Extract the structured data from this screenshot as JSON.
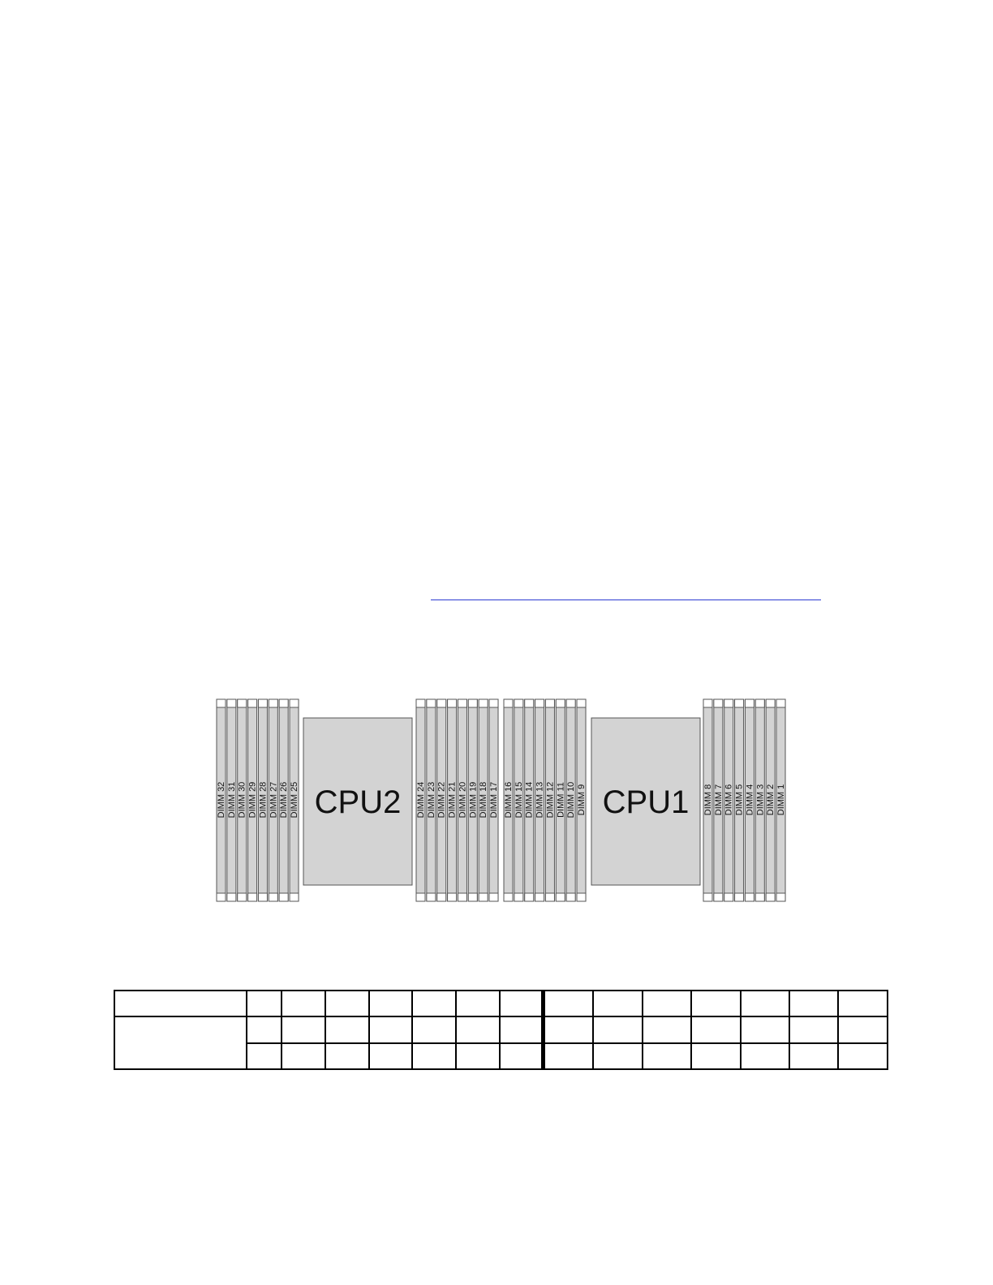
{
  "diagram": {
    "cpus": [
      {
        "label": "CPU2"
      },
      {
        "label": "CPU1"
      }
    ],
    "dimm_groups": [
      [
        "DIMM 32",
        "DIMM 31",
        "DIMM 30",
        "DIMM 29",
        "DIMM 28",
        "DIMM 27",
        "DIMM 26",
        "DIMM 25"
      ],
      [
        "DIMM 24",
        "DIMM 23",
        "DIMM 22",
        "DIMM 21",
        "DIMM 20",
        "DIMM 19",
        "DIMM 18",
        "DIMM 17"
      ],
      [
        "DIMM 16",
        "DIMM 15",
        "DIMM 14",
        "DIMM 13",
        "DIMM 12",
        "DIMM 11",
        "DIMM 10",
        "DIMM 9"
      ],
      [
        "DIMM 8",
        "DIMM 7",
        "DIMM 6",
        "DIMM 5",
        "DIMM 4",
        "DIMM 3",
        "DIMM 2",
        "DIMM 1"
      ]
    ]
  },
  "colors": {
    "slot_fill": "#d3d3d3",
    "cpu_fill": "#d3d3d3",
    "outline": "#555555",
    "link_underline": "#2b3bd1"
  },
  "table": {
    "rows": [
      [
        "",
        "",
        "",
        "",
        "",
        "",
        "",
        "",
        "",
        "",
        "",
        "",
        "",
        "",
        ""
      ],
      [
        "",
        "",
        "",
        "",
        "",
        "",
        "",
        "",
        "",
        "",
        "",
        "",
        "",
        "",
        ""
      ],
      [
        "",
        "",
        "",
        "",
        "",
        "",
        "",
        "",
        "",
        "",
        "",
        "",
        "",
        ""
      ]
    ]
  }
}
